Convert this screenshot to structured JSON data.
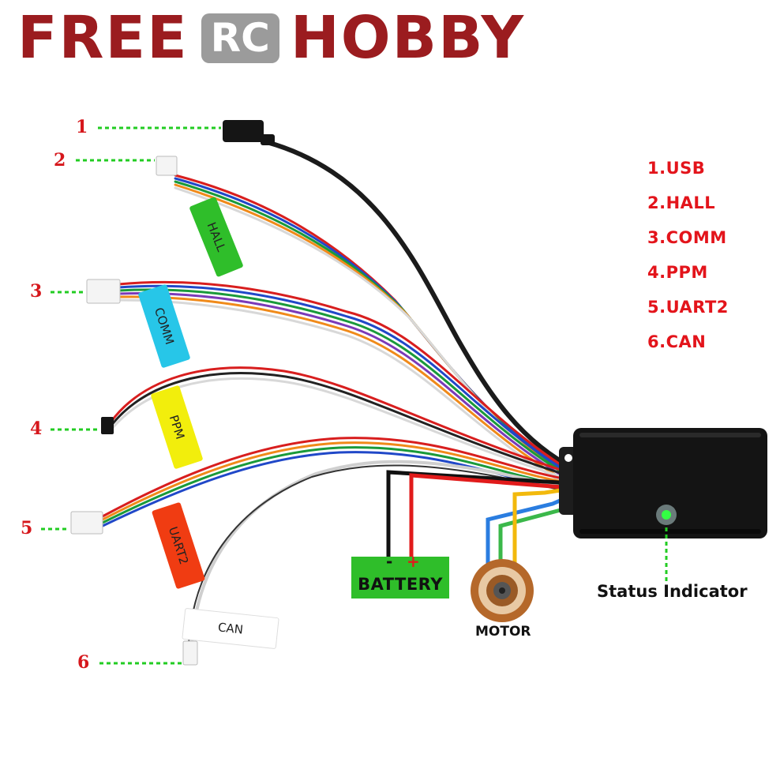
{
  "brand": {
    "word1": "FREE",
    "badge": "RC",
    "word2": "HOBBY"
  },
  "legend": [
    {
      "number": "1",
      "item": "1.USB"
    },
    {
      "number": "2",
      "item": "2.HALL"
    },
    {
      "number": "3",
      "item": "3.COMM"
    },
    {
      "number": "4",
      "item": "4.PPM"
    },
    {
      "number": "5",
      "item": "5.UART2"
    },
    {
      "number": "6",
      "item": "6.CAN"
    }
  ],
  "callouts": [
    "1",
    "2",
    "3",
    "4",
    "5",
    "6"
  ],
  "tags": {
    "hall": "HALL",
    "comm": "COMM",
    "ppm": "PPM",
    "uart2": "UART2",
    "can": "CAN"
  },
  "battery": {
    "label": "BATTERY",
    "minus": "-",
    "plus": "+"
  },
  "motor": {
    "label": "MOTOR"
  },
  "status": {
    "label": "Status Indicator"
  },
  "colors": {
    "brand_red": "#9b1c1f",
    "legend_red": "#e3141b",
    "leader_green": "#22cc22",
    "hall_tag": "#2fbe2a",
    "comm_tag": "#27c6e8",
    "ppm_tag": "#f2ee0c",
    "uart_tag": "#f03c12",
    "can_tag": "#ffffff",
    "battery_box": "#2fbe2a",
    "controller": "#141414"
  }
}
